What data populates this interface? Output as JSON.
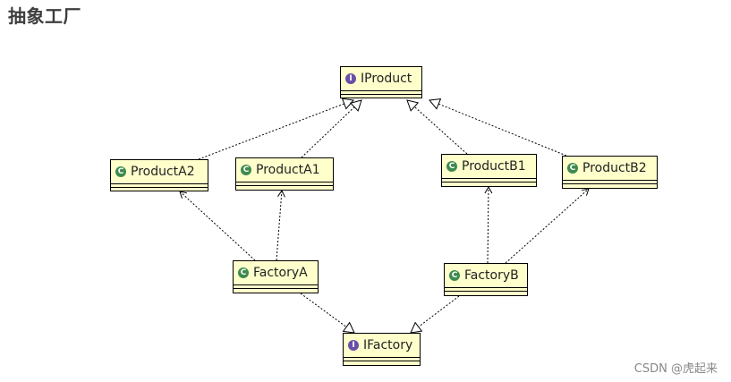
{
  "page": {
    "title": "抽象工厂",
    "watermark": "CSDN @虎起来"
  },
  "diagram": {
    "type": "uml-class",
    "nodes": [
      {
        "id": "IProduct",
        "label": "IProduct",
        "kind": "interface",
        "icon": "I"
      },
      {
        "id": "ProductA2",
        "label": "ProductA2",
        "kind": "class",
        "icon": "C"
      },
      {
        "id": "ProductA1",
        "label": "ProductA1",
        "kind": "class",
        "icon": "C"
      },
      {
        "id": "ProductB1",
        "label": "ProductB1",
        "kind": "class",
        "icon": "C"
      },
      {
        "id": "ProductB2",
        "label": "ProductB2",
        "kind": "class",
        "icon": "C"
      },
      {
        "id": "FactoryA",
        "label": "FactoryA",
        "kind": "class",
        "icon": "C"
      },
      {
        "id": "FactoryB",
        "label": "FactoryB",
        "kind": "class",
        "icon": "C"
      },
      {
        "id": "IFactory",
        "label": "IFactory",
        "kind": "interface",
        "icon": "I"
      }
    ],
    "edges": [
      {
        "from": "ProductA2",
        "to": "IProduct",
        "type": "realization"
      },
      {
        "from": "ProductA1",
        "to": "IProduct",
        "type": "realization"
      },
      {
        "from": "ProductB1",
        "to": "IProduct",
        "type": "realization"
      },
      {
        "from": "ProductB2",
        "to": "IProduct",
        "type": "realization"
      },
      {
        "from": "FactoryA",
        "to": "ProductA2",
        "type": "dependency"
      },
      {
        "from": "FactoryA",
        "to": "ProductA1",
        "type": "dependency"
      },
      {
        "from": "FactoryB",
        "to": "ProductB1",
        "type": "dependency"
      },
      {
        "from": "FactoryB",
        "to": "ProductB2",
        "type": "dependency"
      },
      {
        "from": "FactoryA",
        "to": "IFactory",
        "type": "realization"
      },
      {
        "from": "FactoryB",
        "to": "IFactory",
        "type": "realization"
      }
    ]
  },
  "colors": {
    "box_fill": "#ffffcc",
    "class_icon": "#3e8a4f",
    "interface_icon": "#6a4fa8"
  }
}
